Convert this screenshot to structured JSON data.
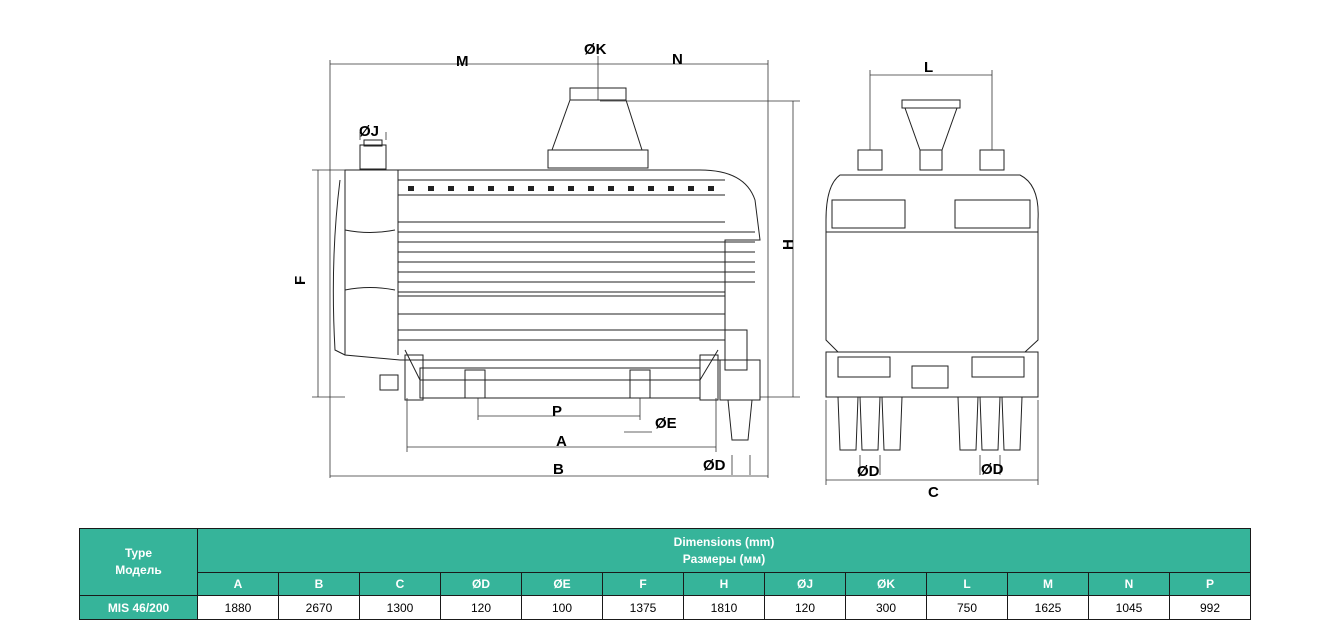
{
  "drawing": {
    "side_view_labels": {
      "M": "M",
      "K": "ØK",
      "N": "N",
      "J": "ØJ",
      "F": "F",
      "H": "H",
      "P": "P",
      "E": "ØE",
      "A": "A",
      "B": "B",
      "D": "ØD"
    },
    "front_view_labels": {
      "L": "L",
      "D_left": "ØD",
      "D_right": "ØD",
      "C": "C"
    }
  },
  "table": {
    "type_header_line1": "Type",
    "type_header_line2": "Модель",
    "dims_header_line1": "Dimensions (mm)",
    "dims_header_line2": "Размеры (мм)",
    "columns": [
      "A",
      "B",
      "C",
      "ØD",
      "ØE",
      "F",
      "H",
      "ØJ",
      "ØK",
      "L",
      "M",
      "N",
      "P"
    ],
    "rows": [
      {
        "model": "MIS 46/200",
        "values": [
          "1880",
          "2670",
          "1300",
          "120",
          "100",
          "1375",
          "1810",
          "120",
          "300",
          "750",
          "1625",
          "1045",
          "992"
        ]
      }
    ]
  },
  "colors": {
    "header_teal": "#36b49a",
    "line": "#1a1a1a"
  }
}
